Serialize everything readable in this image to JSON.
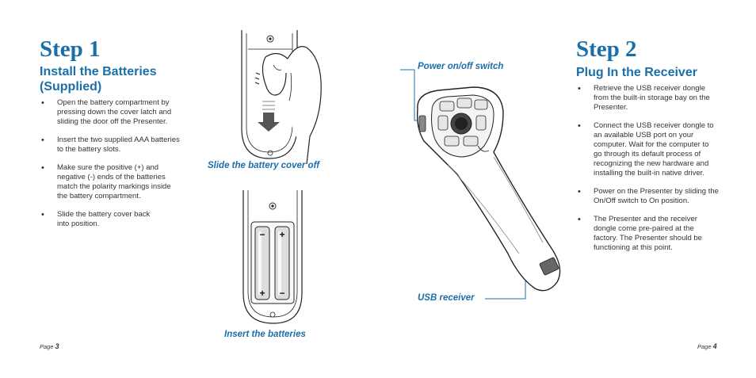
{
  "left_page": {
    "step_title": "Step 1",
    "subtitle_line1": "Install the Batteries",
    "subtitle_line2": "(Supplied)",
    "bullets": [
      "Open the battery compartment by pressing down the cover latch and sliding the door off the Presenter.",
      "Insert the two supplied AAA batteries to the battery slots.",
      "Make sure the positive (+) and negative (-) ends of the batteries match the polarity markings inside the battery compartment.",
      "Slide the battery cover back into position."
    ],
    "caption_slide": "Slide the battery cover off",
    "caption_insert": "Insert the batteries",
    "page_label": "Page",
    "page_number": "3"
  },
  "right_page": {
    "step_title": "Step 2",
    "subtitle": "Plug In the Receiver",
    "bullets": [
      "Retrieve the USB receiver dongle from the built-in storage bay on the Presenter.",
      "Connect the USB receiver dongle to an available USB port on your computer. Wait for the computer to go through its default process of recognizing the new hardware and installing the built-in native driver.",
      "Power on the Presenter by sliding the On/Off switch to On position.",
      "The Presenter and the receiver dongle come pre-paired at the factory. The Presenter should be functioning at this point."
    ],
    "caption_power": "Power on/off switch",
    "caption_usb": "USB receiver",
    "page_label": "Page",
    "page_number": "4"
  },
  "battery_marks": {
    "plus": "+",
    "minus": "−"
  },
  "colors": {
    "accent": "#1b6fa8",
    "text": "#333333",
    "line": "#222222"
  },
  "icons": [
    "down-arrow-icon",
    "battery-icon",
    "presenter-device-icon",
    "hand-icon"
  ]
}
